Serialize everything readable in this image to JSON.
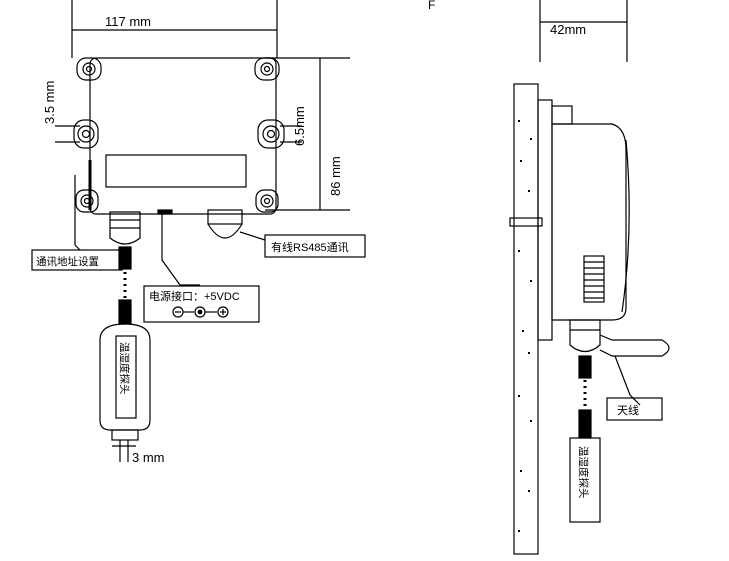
{
  "dimensions": {
    "width_top": "117 mm",
    "side_depth": "42mm",
    "height_right": "86 mm",
    "hole_offset_left": "3.5 mm",
    "hole_offset_right": "6.5mm",
    "probe_diameter": "3 mm"
  },
  "callouts": {
    "address_setting": "通讯地址设置",
    "rs485": "有线RS485通讯",
    "power_port": "电源接口：+5VDC",
    "antenna": "天线"
  },
  "probe_text": {
    "front": "温湿度探头",
    "side": "温湿度探头"
  },
  "stray_mark": "F"
}
